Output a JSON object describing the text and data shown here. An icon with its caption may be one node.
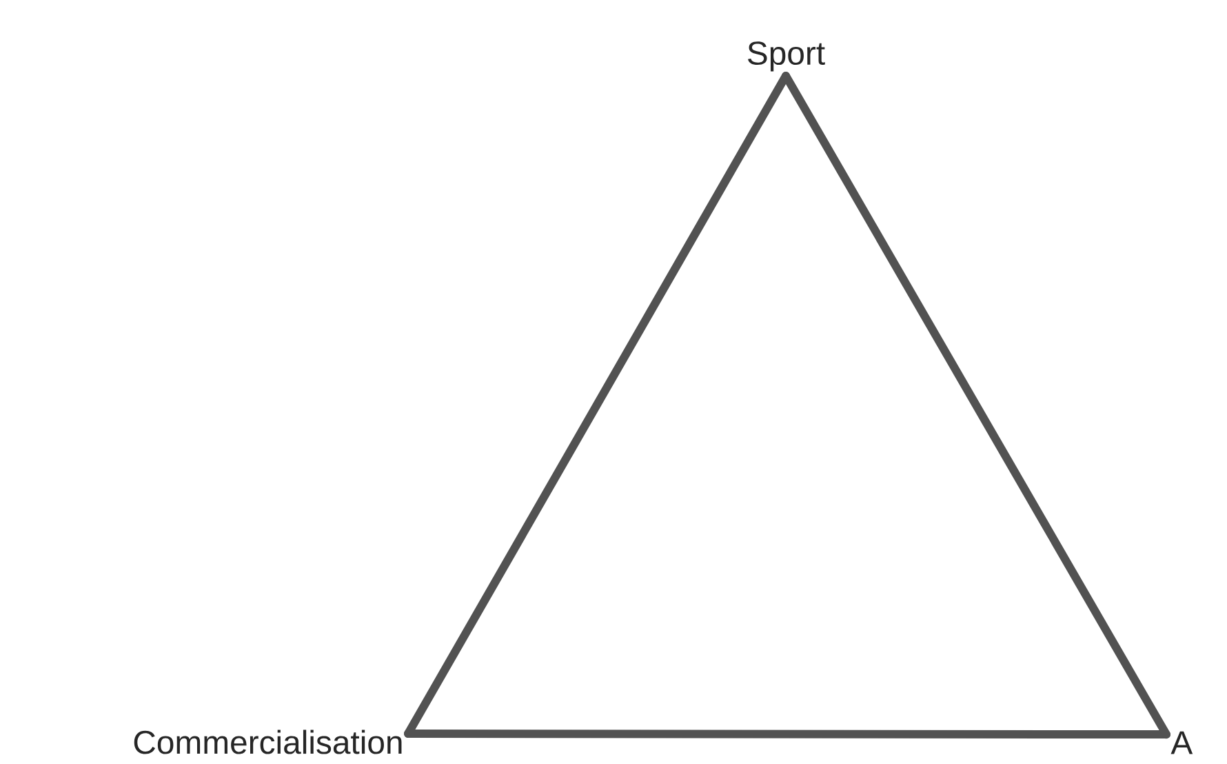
{
  "diagram": {
    "nodes": [
      {
        "text": [
          "Sport"
        ]
      },
      {
        "text": [
          "Commercialisation"
        ]
      },
      {
        "text": [
          "A"
        ]
      }
    ],
    "edges": [
      {
        "from": 0,
        "to": 1,
        "arrow": "none"
      },
      {
        "from": 1,
        "to": 2,
        "arrow": "none"
      },
      {
        "from": 2,
        "to": 0,
        "arrow": "none"
      }
    ]
  }
}
